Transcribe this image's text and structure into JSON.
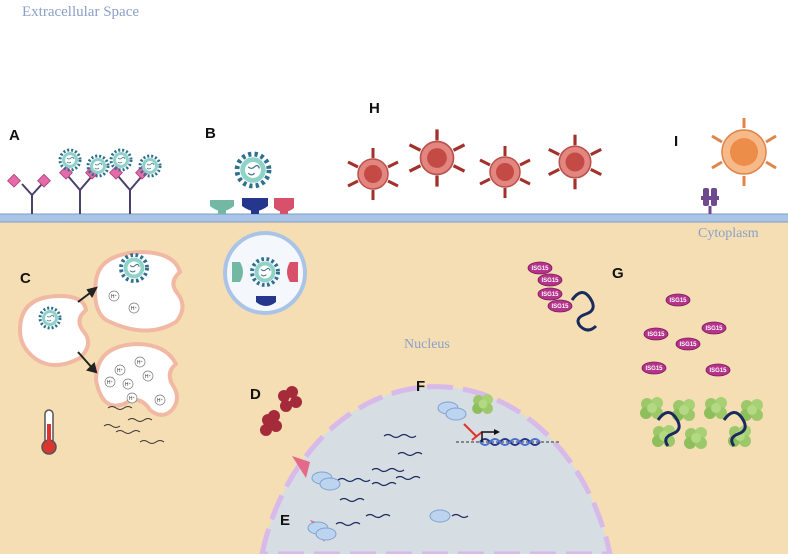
{
  "labels": {
    "extracellular": "Extracellular Space",
    "cytoplasm": "Cytoplasm",
    "nucleus": "Nucleus"
  },
  "panels": {
    "A": "A",
    "B": "B",
    "C": "C",
    "D": "D",
    "E": "E",
    "F": "F",
    "G": "G",
    "H": "H",
    "I": "I"
  },
  "proton_label": "H⁺",
  "isg15_label": "ISG15",
  "colors": {
    "cytoplasm": "#f5deb3",
    "membrane": "#a9c4e6",
    "nucleus": "#d6dde3",
    "virus_ring": "#8fd3c8",
    "virus_spike": "#2f6f8f",
    "antibody_dark": "#4b3f6b",
    "antibody_pink": "#e56aa9",
    "immune_cell_red": "#d46a6a",
    "immune_cell_orange": "#f09a5a",
    "receptor_green": "#72b8a3",
    "receptor_navy": "#24378c",
    "receptor_red": "#d9506a",
    "isg15": "#b5338a",
    "ribosome_green": "#9cc86a",
    "rna_dark": "#1b2a5e"
  },
  "icons": [
    "virus-icon",
    "antibody-icon",
    "receptor-icon",
    "endosome-icon",
    "thermometer-icon",
    "isg15-icon",
    "ribosome-icon",
    "dna-icon",
    "nk-cell-icon",
    "t-cell-icon"
  ]
}
